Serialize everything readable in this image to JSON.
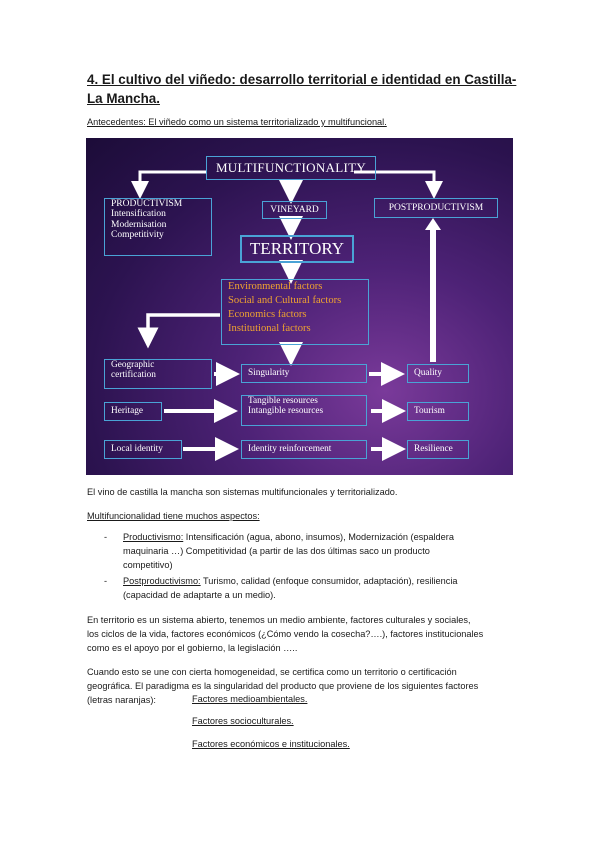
{
  "doc": {
    "title": "4. El cultivo del viñedo: desarrollo territorial e identidad en Castilla-La Mancha.",
    "subtitle": "Antecedentes: El viñedo como un sistema territorializado y multifuncional.",
    "para1": "El vino de castilla la mancha son sistemas multifuncionales y territorializado.",
    "para2": "Multifuncionalidad tiene muchos aspectos:",
    "bullet1_term": "Productivismo:",
    "bullet1_line1": " Intensificación (agua, abono, insumos), Modernización (espaldera",
    "bullet1_line2": "maquinaria …) Competitividad (a partir de las dos últimas saco un producto",
    "bullet1_line3": "competitivo)",
    "bullet2_term": "Postproductivismo:",
    "bullet2_line1": " Turismo, calidad (enfoque consumidor, adaptación), resiliencia",
    "bullet2_line2": "(capacidad de adaptarte a un medio).",
    "bullet_dash": "-",
    "para3_line1": "En territorio es un sistema abierto, tenemos un medio ambiente, factores culturales y sociales,",
    "para3_line2": "los ciclos de la vida, factores económicos (¿Cómo vendo la cosecha?….), factores institucionales",
    "para3_line3": "como es el apoyo por el gobierno, la legislación …..",
    "para4_line1": "Cuando esto se une con cierta homogeneidad, se certifica como un territorio o certificación",
    "para4_line2": "geográfica. El paradigma es la singularidad del producto que proviene de los siguientes factores",
    "para4_line3": "(letras naranjas):",
    "factor1": "Factores medioambientales.",
    "factor2": "Factores socioculturales.",
    "factor3": "Factores económicos e institucionales."
  },
  "diagram": {
    "multifunctionality": "MULTIFUNCTIONALITY",
    "vineyard": "VINEYARD",
    "territory": "TERRITORY",
    "productivism": "PRODUCTIVISM",
    "intensification": "Intensification",
    "modernisation": "Modernisation",
    "competitivity": "Competitivity",
    "postproductivism": "POSTPRODUCTIVISM",
    "factors": [
      "Environmental factors",
      "Social and Cultural factors",
      "Economics factors",
      "Institutional factors"
    ],
    "geographic1": "Geographic",
    "geographic2": "certification",
    "heritage": "Heritage",
    "local_identity": "Local identity",
    "singularity": "Singularity",
    "tangible": "Tangible resources",
    "intangible": "Intangible resources",
    "identity_reinforcement": "Identity reinforcement",
    "quality": "Quality",
    "tourism": "Tourism",
    "resilience": "Resilience",
    "colors": {
      "border": "#4aa3d6",
      "orange": "#f0a330",
      "background": "#2c1350"
    }
  }
}
